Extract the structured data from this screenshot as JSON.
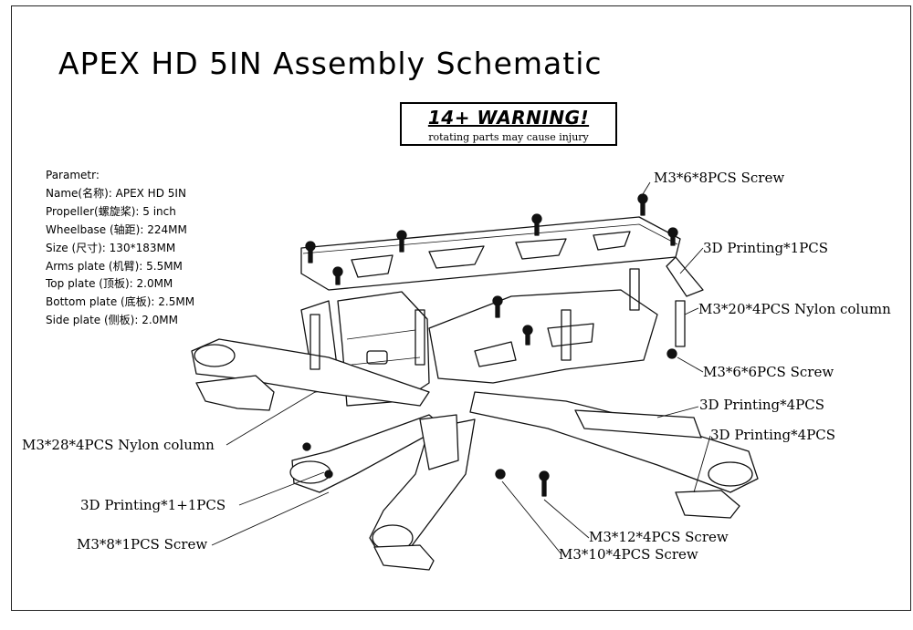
{
  "title": "APEX HD 5IN Assembly Schematic",
  "warning": {
    "heading": "14+ WARNING!",
    "subtext": "rotating parts may cause injury"
  },
  "parameters": {
    "header": "Parametr:",
    "lines": [
      "Name(名称): APEX HD 5IN",
      "Propeller(螺旋桨): 5 inch",
      "Wheelbase (轴距): 224MM",
      "Size (尺寸): 130*183MM",
      "Arms plate (机臂): 5.5MM",
      "Top plate (顶板): 2.0MM",
      "Bottom plate (底板): 2.5MM",
      "Side plate (侧板): 2.0MM"
    ]
  },
  "callouts": {
    "m3_6_8": "M3*6*8PCS Screw",
    "print_1": "3D Printing*1PCS",
    "m3_20_nylon": "M3*20*4PCS Nylon column",
    "m3_6_6": "M3*6*6PCS Screw",
    "print_4a": "3D Printing*4PCS",
    "print_4b": "3D Printing*4PCS",
    "m3_28_nylon": "M3*28*4PCS Nylon column",
    "print_1_1": "3D Printing*1+1PCS",
    "m3_8_1": "M3*8*1PCS Screw",
    "m3_12_4": "M3*12*4PCS Screw",
    "m3_10_4": "M3*10*4PCS Screw"
  }
}
